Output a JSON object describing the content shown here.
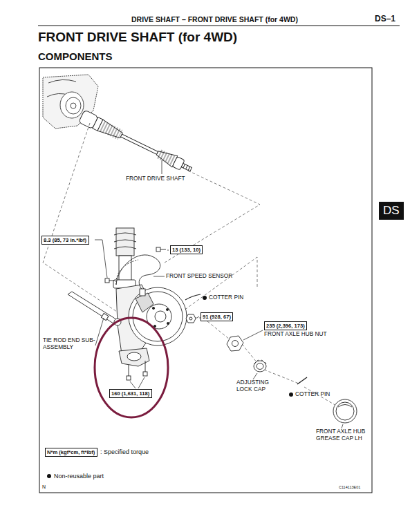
{
  "diagram": {
    "title": "FRONT DRIVE SHAFT (for 4WD)",
    "nodes": [
      {
        "text": [
          "8.3 (85, 73 in.*lbf)"
        ]
      },
      {
        "text": [
          "13 (133, 10)"
        ]
      },
      {
        "text": [
          "91 (928, 67)"
        ]
      },
      {
        "text": [
          "235 (2,396, 173)"
        ]
      },
      {
        "text": [
          "160 (1,631, 118)"
        ]
      },
      {
        "text": [
          "DS"
        ]
      },
      {
        "text": [
          "N*m (kgf*cm, ft*lbf)"
        ]
      }
    ],
    "labels": [
      "DRIVE SHAFT – FRONT DRIVE SHAFT (for 4WD)",
      "DS–1",
      "COMPONENTS",
      "FRONT DRIVE SHAFT",
      "FRONT SPEED SENSOR",
      "COTTER PIN",
      "FRONT AXLE HUB NUT",
      "TIE ROD END SUB-ASSEMBLY",
      "ADJUSTING LOCK CAP",
      "COTTER PIN",
      "FRONT AXLE HUB GREASE CAP LH",
      "N",
      "C114113E01"
    ],
    "legend": [
      {
        "text": ": Specified torque"
      },
      {
        "text": "Non-reusable part"
      }
    ]
  }
}
